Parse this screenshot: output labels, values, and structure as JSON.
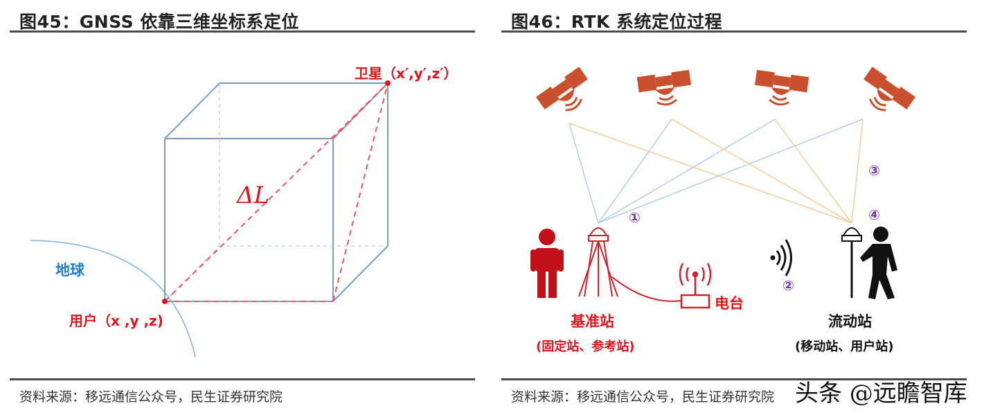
{
  "left_panel": {
    "title": "图45：GNSS 依靠三维坐标系定位",
    "source": "资料来源：移远通信公众号，民生证券研究院",
    "labels": {
      "satellite": "卫星（x′,y′,z′）",
      "delta": "ΔL",
      "earth": "地球",
      "user": "用户（x ,y ,z)"
    }
  },
  "right_panel": {
    "title": "图46：RTK 系统定位过程",
    "source": "资料来源：移远通信公众号，民生证券研究院",
    "labels": {
      "base_station": "基准站",
      "base_station_sub": "(固定站、参考站)",
      "radio": "电台",
      "rover": "流动站",
      "rover_sub": "(移动站、用户站)",
      "step1": "①",
      "step2": "②",
      "step3": "③",
      "step4": "④"
    },
    "icons": [
      "satellite-icon",
      "satellite-icon",
      "satellite-icon",
      "satellite-icon",
      "person-icon",
      "survey-tripod-icon",
      "radio-antenna-icon",
      "signal-waves-icon",
      "walking-person-icon",
      "gnss-pole-icon"
    ]
  },
  "watermark": "头条 @远瞻智库",
  "colors": {
    "accent_red": "#e0141e",
    "satellite_brown": "#c8502e",
    "earth_blue": "#1f7dc4",
    "cube_blue": "#6f93b8",
    "signal_blue": "#a8c8e8",
    "signal_orange": "#f2c88e",
    "step_purple": "#7b3aa7"
  }
}
